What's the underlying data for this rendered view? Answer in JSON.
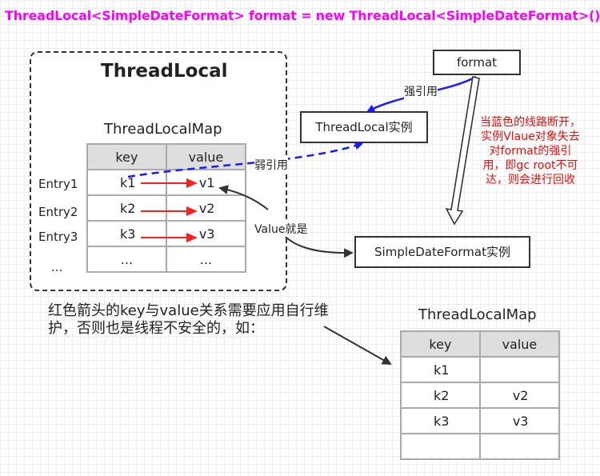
{
  "title": "ThreadLocal<SimpleDateFormat> format = new ThreadLocal<SimpleDateFormat>();",
  "threadlocal_label": "ThreadLocal",
  "map1": {
    "title": "ThreadLocalMap",
    "headers": [
      "key",
      "value"
    ],
    "rows": [
      {
        "entry": "Entry1",
        "key": "k1",
        "value": "v1"
      },
      {
        "entry": "Entry2",
        "key": "k2",
        "value": "v2"
      },
      {
        "entry": "Entry3",
        "key": "k3",
        "value": "v3"
      },
      {
        "entry": "...",
        "key": "...",
        "value": "..."
      }
    ]
  },
  "format_box": "format",
  "threadlocal_instance_box": "ThreadLocal实例",
  "sdf_instance_box": "SimpleDateFormat实例",
  "labels": {
    "strong_ref": "强引用",
    "weak_ref": "弱引用",
    "value_is": "Value就是"
  },
  "red_note": "当蓝色的线路断开，实例Vlaue对象失去对format的强引用，即gc root不可达，则会进行回收",
  "note": "红色箭头的key与value关系需要应用自行维护，否则也是线程不安全的，如：",
  "map2": {
    "title": "ThreadLocalMap",
    "headers": [
      "key",
      "value"
    ],
    "rows": [
      {
        "key": "k1",
        "value": ""
      },
      {
        "key": "k2",
        "value": "v2"
      },
      {
        "key": "k3",
        "value": "v3"
      },
      {
        "key": "",
        "value": ""
      }
    ]
  },
  "colors": {
    "title": "#ff00ff",
    "blue_line": "#1a1aff",
    "red_arrow": "#ff2020",
    "red_note": "#e01010"
  }
}
